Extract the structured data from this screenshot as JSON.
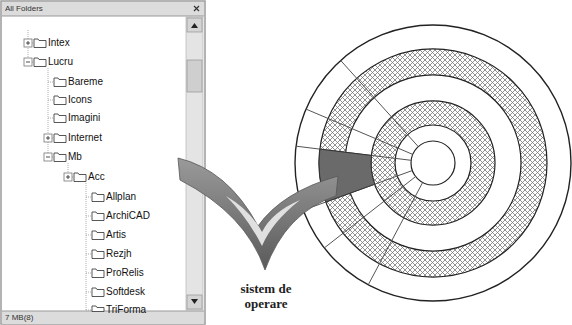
{
  "diagram": {
    "labels": [
      "All Folders",
      "Intex",
      "Lucru",
      "Bareme",
      "Icons",
      "Imagini",
      "Internet",
      "Mb",
      "Acc",
      "Allplan",
      "ArchiCAD",
      "Artis",
      "Rezjh",
      "ProRelis",
      "Softdesk",
      "TriForma",
      "7 MB(8)",
      "sistem de operare"
    ]
  }
}
